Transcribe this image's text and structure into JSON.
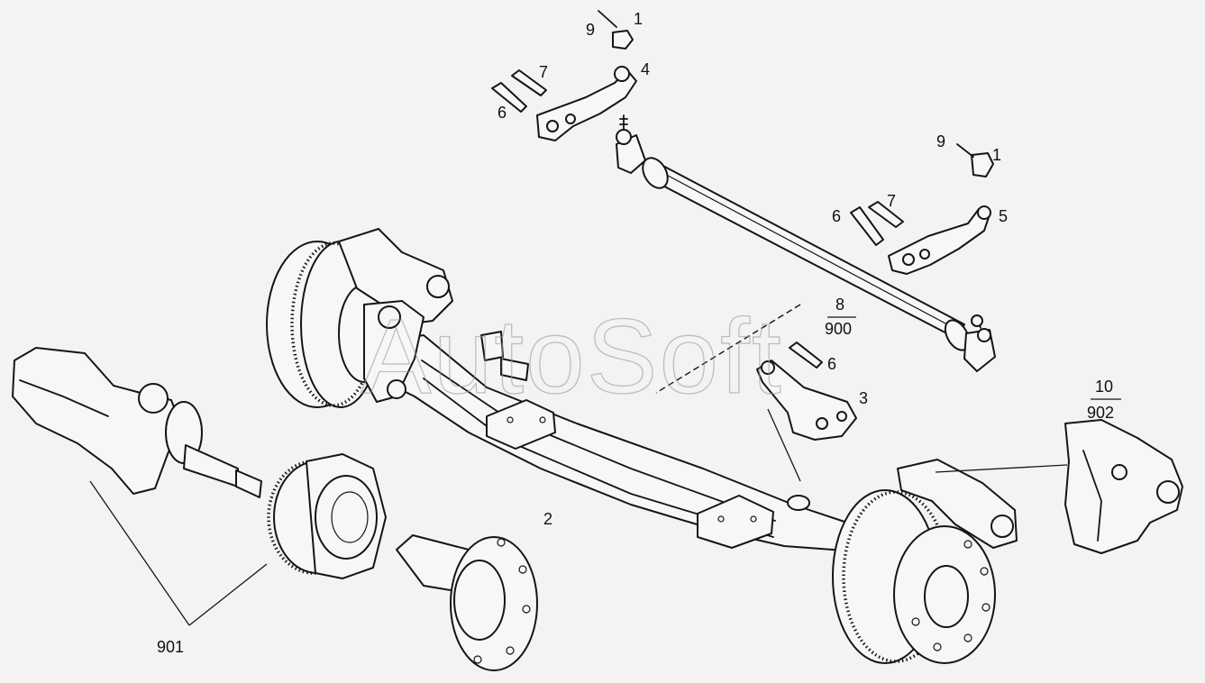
{
  "watermark": "AutoSoft",
  "labels": {
    "l1a": "1",
    "l9a": "9",
    "l4": "4",
    "l7a": "7",
    "l6a": "6",
    "l9b": "9",
    "l1b": "1",
    "l7b": "7",
    "l6b": "6",
    "l5": "5",
    "l8": "8",
    "l900": "900",
    "l6c": "6",
    "l3": "3",
    "l10": "10",
    "l902": "902",
    "l2": "2",
    "l901": "901"
  },
  "colors": {
    "ink": "#151515",
    "paper": "#f3f3f3",
    "watermark": "#9a9a9a"
  }
}
